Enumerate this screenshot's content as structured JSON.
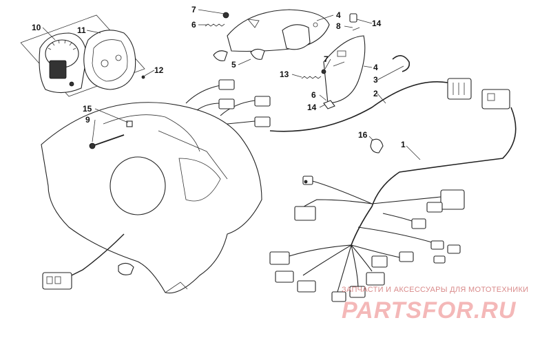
{
  "callouts": [
    {
      "id": "c10",
      "label": "10"
    },
    {
      "id": "c11",
      "label": "11"
    },
    {
      "id": "c12",
      "label": "12"
    },
    {
      "id": "c7a",
      "label": "7"
    },
    {
      "id": "c6a",
      "label": "6"
    },
    {
      "id": "c5",
      "label": "5"
    },
    {
      "id": "c4a",
      "label": "4"
    },
    {
      "id": "c8",
      "label": "8"
    },
    {
      "id": "c14a",
      "label": "14"
    },
    {
      "id": "c7b",
      "label": "7"
    },
    {
      "id": "c13",
      "label": "13"
    },
    {
      "id": "c4b",
      "label": "4"
    },
    {
      "id": "c3",
      "label": "3"
    },
    {
      "id": "c2",
      "label": "2"
    },
    {
      "id": "c6b",
      "label": "6"
    },
    {
      "id": "c14b",
      "label": "14"
    },
    {
      "id": "c15",
      "label": "15"
    },
    {
      "id": "c9",
      "label": "9"
    },
    {
      "id": "c16",
      "label": "16"
    },
    {
      "id": "c1",
      "label": "1"
    }
  ],
  "watermark": {
    "subtitle": "ЗАПЧАСТИ И АКСЕССУАРЫ ДЛЯ МОТОТЕХНИКИ",
    "brand": "PARTSFOR.RU"
  }
}
